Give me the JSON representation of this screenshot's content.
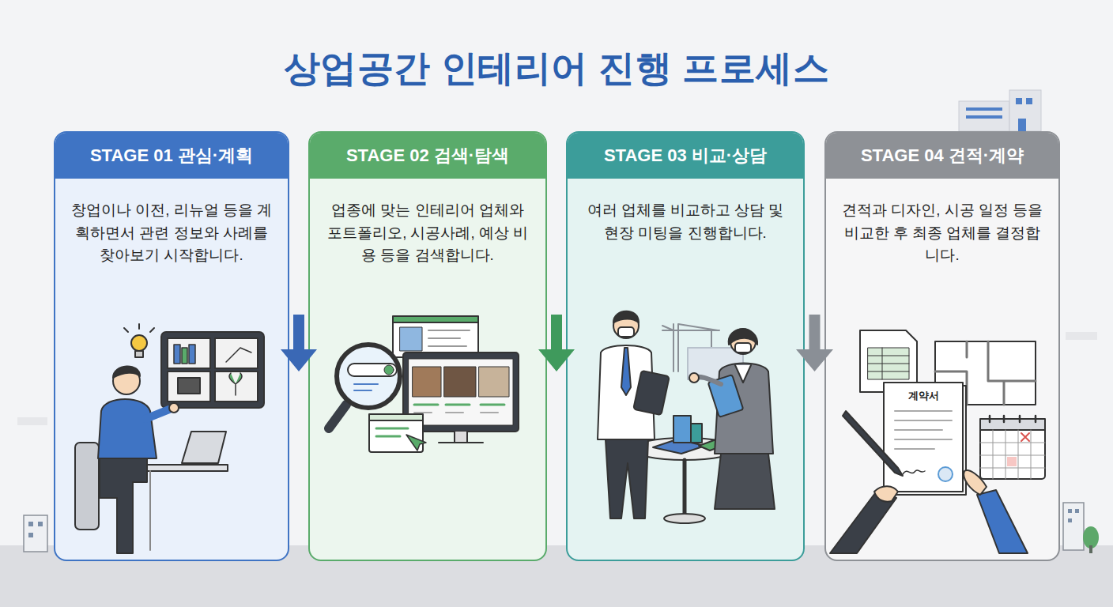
{
  "diagram": {
    "title": "상업공간 인테리어 진행 프로세스",
    "nodes": [
      {
        "text": [
          "STAGE 01 관심·계획",
          "창업이나 이전, 리뉴얼 등을 계획하면서 관련 정보와 사례를 찾아보기 시작합니다."
        ]
      },
      {
        "text": [
          "STAGE 02 검색·탐색",
          "업종에 맞는 인테리어 업체와 포트폴리오, 시공사례, 예상 비용 등을 검색합니다."
        ]
      },
      {
        "text": [
          "STAGE 03 비교·상담",
          "여러 업체를 비교하고 상담 및 현장 미팅을 진행합니다."
        ]
      },
      {
        "text": [
          "STAGE 04 견적·계약",
          "견적과 디자인, 시공 일정 등을 비교한 후 최종 업체를 결정합니다."
        ]
      }
    ],
    "edges": [
      {
        "from": 0,
        "to": 1,
        "arrow": "to"
      },
      {
        "from": 1,
        "to": 2,
        "arrow": "to"
      },
      {
        "from": 2,
        "to": 3,
        "arrow": "to"
      }
    ],
    "labels": [
      "계약서"
    ]
  }
}
